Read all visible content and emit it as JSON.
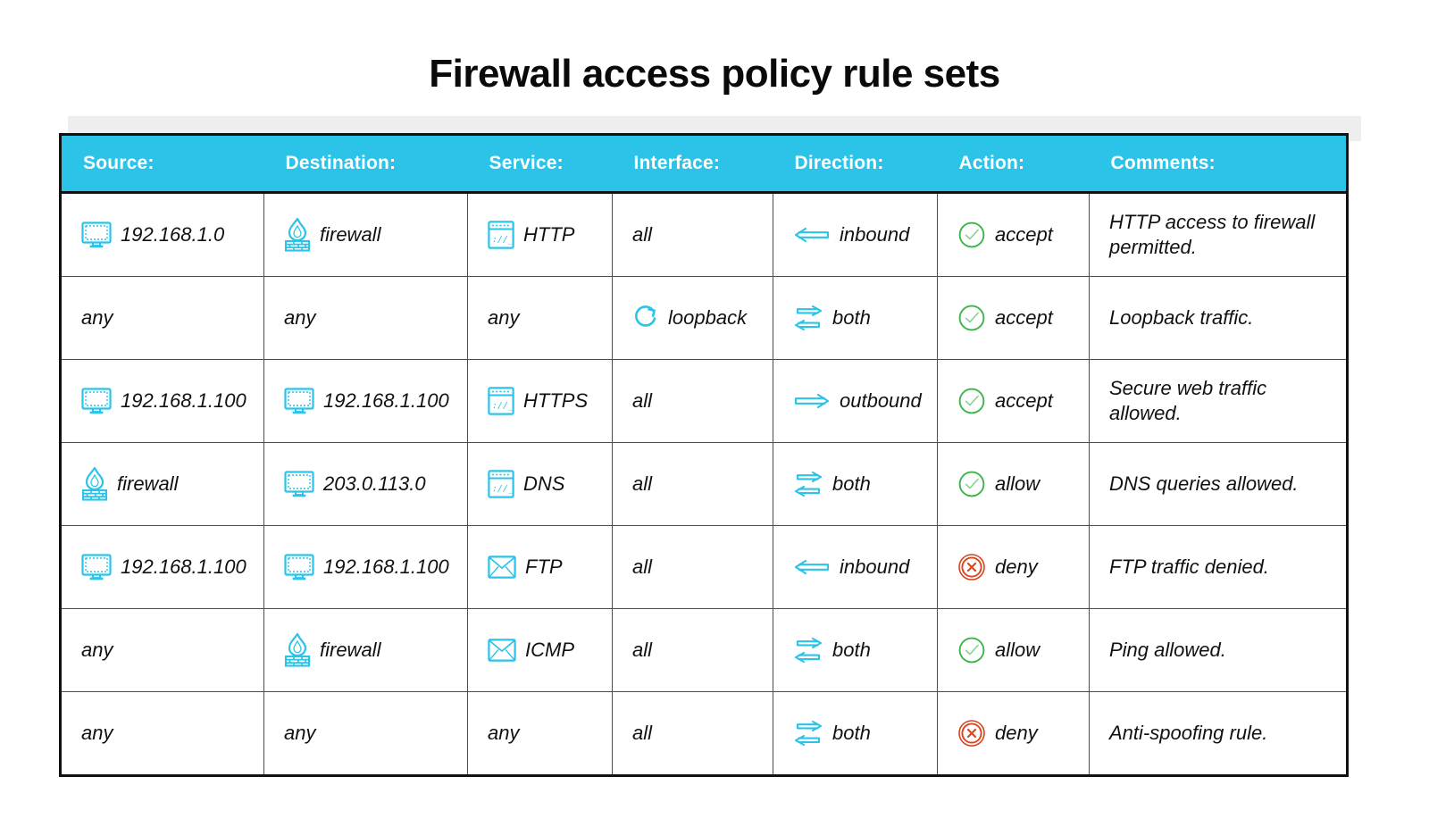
{
  "page": {
    "title": "Firewall access policy rule sets",
    "accent_color": "#2bc3e8",
    "accept_color": "#3cb54a",
    "deny_color": "#d9441f",
    "icon_color": "#2bc3e8",
    "border_color": "#111111"
  },
  "table": {
    "columns": [
      {
        "key": "source",
        "label": "Source:"
      },
      {
        "key": "destination",
        "label": "Destination:"
      },
      {
        "key": "service",
        "label": "Service:"
      },
      {
        "key": "interface",
        "label": "Interface:"
      },
      {
        "key": "direction",
        "label": "Direction:"
      },
      {
        "key": "action",
        "label": "Action:"
      },
      {
        "key": "comments",
        "label": "Comments:"
      }
    ],
    "rows": [
      {
        "source": {
          "icon": "monitor-icon",
          "text": "192.168.1.0"
        },
        "destination": {
          "icon": "firewall-icon",
          "text": "firewall"
        },
        "service": {
          "icon": "browser-window-icon",
          "text": "HTTP"
        },
        "interface": {
          "icon": "none",
          "text": "all"
        },
        "direction": {
          "icon": "arrow-left-icon",
          "text": "inbound"
        },
        "action": {
          "icon": "check-circle-icon",
          "text": "accept"
        },
        "comments": {
          "icon": "none",
          "text": "HTTP access to firewall permitted."
        }
      },
      {
        "source": {
          "icon": "none",
          "text": "any"
        },
        "destination": {
          "icon": "none",
          "text": "any"
        },
        "service": {
          "icon": "none",
          "text": "any"
        },
        "interface": {
          "icon": "loop-icon",
          "text": "loopback"
        },
        "direction": {
          "icon": "arrows-both-icon",
          "text": "both"
        },
        "action": {
          "icon": "check-circle-icon",
          "text": "accept"
        },
        "comments": {
          "icon": "none",
          "text": "Loopback traffic."
        }
      },
      {
        "source": {
          "icon": "monitor-icon",
          "text": "192.168.1.100"
        },
        "destination": {
          "icon": "monitor-icon",
          "text": "192.168.1.100"
        },
        "service": {
          "icon": "browser-window-icon",
          "text": "HTTPS"
        },
        "interface": {
          "icon": "none",
          "text": "all"
        },
        "direction": {
          "icon": "arrow-right-icon",
          "text": "outbound"
        },
        "action": {
          "icon": "check-circle-icon",
          "text": "accept"
        },
        "comments": {
          "icon": "none",
          "text": "Secure web traffic allowed."
        }
      },
      {
        "source": {
          "icon": "firewall-icon",
          "text": "firewall"
        },
        "destination": {
          "icon": "monitor-icon",
          "text": "203.0.113.0"
        },
        "service": {
          "icon": "browser-window-icon",
          "text": "DNS"
        },
        "interface": {
          "icon": "none",
          "text": "all"
        },
        "direction": {
          "icon": "arrows-both-icon",
          "text": "both"
        },
        "action": {
          "icon": "check-circle-icon",
          "text": "allow"
        },
        "comments": {
          "icon": "none",
          "text": "DNS queries allowed."
        }
      },
      {
        "source": {
          "icon": "monitor-icon",
          "text": "192.168.1.100"
        },
        "destination": {
          "icon": "monitor-icon",
          "text": "192.168.1.100"
        },
        "service": {
          "icon": "envelope-icon",
          "text": "FTP"
        },
        "interface": {
          "icon": "none",
          "text": "all"
        },
        "direction": {
          "icon": "arrow-left-icon",
          "text": "inbound"
        },
        "action": {
          "icon": "deny-circle-icon",
          "text": "deny"
        },
        "comments": {
          "icon": "none",
          "text": "FTP traffic denied."
        }
      },
      {
        "source": {
          "icon": "none",
          "text": "any"
        },
        "destination": {
          "icon": "firewall-icon",
          "text": "firewall"
        },
        "service": {
          "icon": "envelope-icon",
          "text": "ICMP"
        },
        "interface": {
          "icon": "none",
          "text": "all"
        },
        "direction": {
          "icon": "arrows-both-icon",
          "text": "both"
        },
        "action": {
          "icon": "check-circle-icon",
          "text": "allow"
        },
        "comments": {
          "icon": "none",
          "text": "Ping allowed."
        }
      },
      {
        "source": {
          "icon": "none",
          "text": "any"
        },
        "destination": {
          "icon": "none",
          "text": "any"
        },
        "service": {
          "icon": "none",
          "text": "any"
        },
        "interface": {
          "icon": "none",
          "text": "all"
        },
        "direction": {
          "icon": "arrows-both-icon",
          "text": "both"
        },
        "action": {
          "icon": "deny-circle-icon",
          "text": "deny"
        },
        "comments": {
          "icon": "none",
          "text": "Anti-spoofing rule."
        }
      }
    ]
  }
}
